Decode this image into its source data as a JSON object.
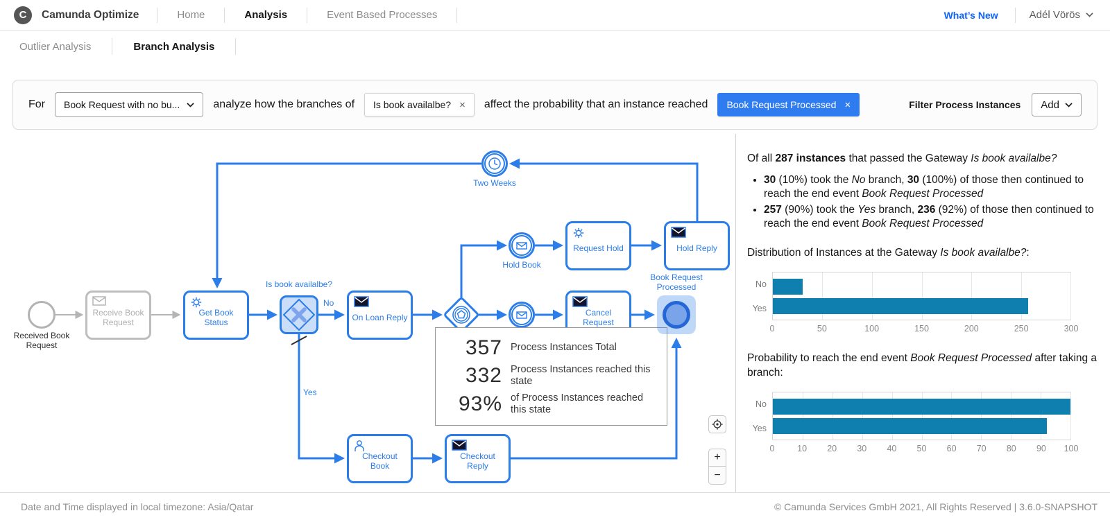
{
  "header": {
    "brand": "Camunda Optimize",
    "nav": [
      {
        "label": "Home",
        "active": false
      },
      {
        "label": "Analysis",
        "active": true
      },
      {
        "label": "Event Based Processes",
        "active": false
      }
    ],
    "whats_new": "What’s New",
    "user": "Adél Vörös"
  },
  "subnav": [
    {
      "label": "Outlier Analysis",
      "active": false
    },
    {
      "label": "Branch Analysis",
      "active": true
    }
  ],
  "filter_bar": {
    "for_label": "For",
    "process_select": "Book Request with no bu...",
    "text_branches": "analyze how the branches of",
    "gateway_chip": "Is book availalbe?",
    "text_probability": "affect the probability that an instance reached",
    "end_event_chip": "Book Request Processed",
    "filter_label": "Filter Process Instances",
    "add_button": "Add"
  },
  "icons": {
    "close": "×"
  },
  "diagram": {
    "labels": {
      "no": "No",
      "yes": "Yes"
    },
    "nodes": {
      "start": "Received Book Request",
      "receive_book_request": "Receive Book Request",
      "get_book_status": "Get Book Status",
      "gateway": "Is book availalbe?",
      "on_loan_reply": "On Loan Reply",
      "hold_book": "Hold Book",
      "request_hold": "Request Hold",
      "hold_reply": "Hold Reply",
      "cancel_request": "Cancel Request",
      "end_event": "Book Request Processed",
      "two_weeks": "Two Weeks",
      "checkout_book": "Checkout Book",
      "checkout_reply": "Checkout Reply"
    },
    "tooltip": {
      "rows": [
        {
          "value": "357",
          "label": "Process Instances Total"
        },
        {
          "value": "332",
          "label": "Process Instances reached this state"
        },
        {
          "value": "93%",
          "label": "of Process Instances reached this state"
        }
      ]
    },
    "controls": {
      "zoom_in": "+",
      "zoom_out": "−"
    }
  },
  "panel": {
    "summary": [
      {
        "t": "Of all "
      },
      {
        "t": "287 instances",
        "s": "b"
      },
      {
        "t": " that passed the Gateway "
      },
      {
        "t": "Is book availalbe?",
        "s": "i"
      }
    ],
    "bullets": [
      [
        {
          "t": "30",
          "s": "b"
        },
        {
          "t": " (10%) took the "
        },
        {
          "t": "No",
          "s": "i"
        },
        {
          "t": " branch, "
        },
        {
          "t": "30",
          "s": "b"
        },
        {
          "t": " (100%) of those then continued to reach the end event "
        },
        {
          "t": "Book Request Processed",
          "s": "i"
        }
      ],
      [
        {
          "t": "257",
          "s": "b"
        },
        {
          "t": " (90%) took the "
        },
        {
          "t": "Yes",
          "s": "i"
        },
        {
          "t": " branch, "
        },
        {
          "t": "236",
          "s": "b"
        },
        {
          "t": " (92%) of those then continued to reach the end event "
        },
        {
          "t": "Book Request Processed",
          "s": "i"
        }
      ]
    ],
    "chart1_title": [
      {
        "t": "Distribution of Instances at the Gateway "
      },
      {
        "t": "Is book availalbe?",
        "s": "i"
      },
      {
        "t": ":"
      }
    ],
    "chart2_title": [
      {
        "t": "Probability to reach the end event "
      },
      {
        "t": "Book Request Processed",
        "s": "i"
      },
      {
        "t": " after taking a branch:"
      }
    ]
  },
  "chart_data": [
    {
      "type": "bar",
      "orientation": "horizontal",
      "title": "Distribution of Instances at the Gateway Is book availalbe?:",
      "categories": [
        "No",
        "Yes"
      ],
      "values": [
        30,
        257
      ],
      "xlim": [
        0,
        300
      ],
      "xticks": [
        0,
        50,
        100,
        150,
        200,
        250,
        300
      ],
      "bar_color": "#0e7fae",
      "grid": true,
      "legend": false
    },
    {
      "type": "bar",
      "orientation": "horizontal",
      "title": "Probability to reach the end event Book Request Processed after taking a branch (%)",
      "categories": [
        "No",
        "Yes"
      ],
      "values": [
        100,
        92
      ],
      "xlim": [
        0,
        100
      ],
      "xticks": [
        0,
        10,
        20,
        30,
        40,
        50,
        60,
        70,
        80,
        90,
        100
      ],
      "bar_color": "#0e7fae",
      "grid": true,
      "legend": false
    }
  ],
  "colors": {
    "bpmn_blue": "#2b7de9",
    "chip_blue": "#2f7cf0",
    "bar_color": "#0e7fae",
    "link_blue": "#0f62fe"
  },
  "footer": {
    "left": "Date and Time displayed in local timezone: Asia/Qatar",
    "right": "© Camunda Services GmbH 2021, All Rights Reserved | 3.6.0-SNAPSHOT"
  }
}
